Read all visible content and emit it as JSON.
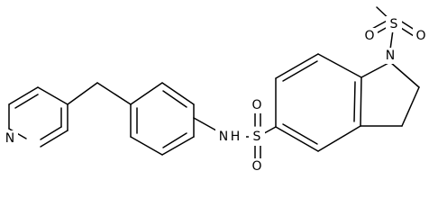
{
  "structure": {
    "atoms": {
      "sulfur_top": "S",
      "oxygen_top_left": "O",
      "oxygen_top_right": "O",
      "ring_nitrogen": "N",
      "sulfur_bottom": "S",
      "oxygen_bottom_top": "O",
      "oxygen_bottom_bottom": "O",
      "amide_n": "N",
      "amide_h": "H",
      "pyridine_nitrogen": "N"
    }
  }
}
